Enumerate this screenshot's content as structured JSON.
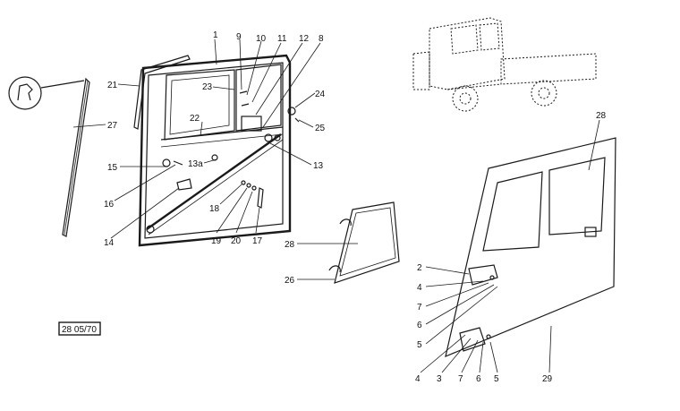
{
  "figure": {
    "reference": "28 05/70",
    "callouts": {
      "c1": "1",
      "c9": "9",
      "c10": "10",
      "c11": "11",
      "c12": "12",
      "c8": "8",
      "c21": "21",
      "c27": "27",
      "c23": "23",
      "c22": "22",
      "c24": "24",
      "c25": "25",
      "c13a": "13a",
      "c13": "13",
      "c15": "15",
      "c16": "16",
      "c14": "14",
      "c18": "18",
      "c19": "19",
      "c20": "20",
      "c17": "17",
      "c28a": "28",
      "c26": "26",
      "c28b": "28",
      "c2": "2",
      "c4a": "4",
      "c7a": "7",
      "c6a": "6",
      "c5a": "5",
      "c4b": "4",
      "c3": "3",
      "c7b": "7",
      "c6b": "6",
      "c5b": "5",
      "c29": "29"
    }
  }
}
